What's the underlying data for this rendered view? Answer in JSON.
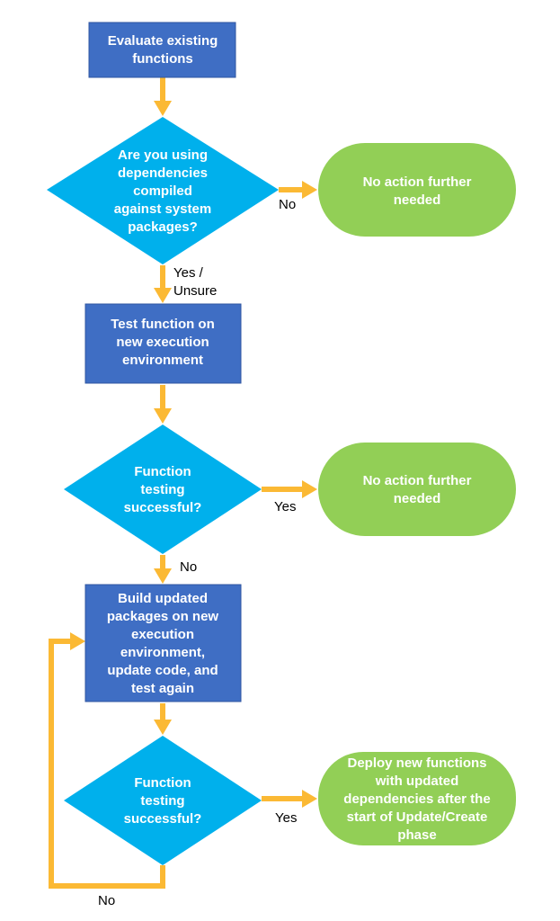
{
  "colors": {
    "process_fill": "#3f6ec4",
    "process_stroke": "#2f55a0",
    "decision_fill": "#00b0ec",
    "terminal_fill": "#92cf56",
    "arrow": "#fbb934"
  },
  "nodes": {
    "evaluate": {
      "lines": [
        "Evaluate existing",
        "functions"
      ]
    },
    "decision_deps": {
      "lines": [
        "Are you using",
        "dependencies",
        "compiled",
        "against system",
        "packages?"
      ]
    },
    "no_action_1": {
      "lines": [
        "No action further",
        "needed"
      ]
    },
    "test_function": {
      "lines": [
        "Test function on",
        "new execution",
        "environment"
      ]
    },
    "decision_test_1": {
      "lines": [
        "Function",
        "testing",
        "successful?"
      ]
    },
    "no_action_2": {
      "lines": [
        "No action further",
        "needed"
      ]
    },
    "build_updated": {
      "lines": [
        "Build updated",
        "packages on new",
        "execution",
        "environment,",
        "update code, and",
        "test again"
      ]
    },
    "decision_test_2": {
      "lines": [
        "Function",
        "testing",
        "successful?"
      ]
    },
    "deploy": {
      "lines": [
        "Deploy new functions",
        "with updated",
        "dependencies after the",
        "start of Update/Create",
        "phase"
      ]
    }
  },
  "edge_labels": {
    "deps_no": "No",
    "deps_yes_line1": "Yes /",
    "deps_yes_line2": "Unsure",
    "test1_yes": "Yes",
    "test1_no": "No",
    "test2_yes": "Yes",
    "test2_no": "No"
  }
}
